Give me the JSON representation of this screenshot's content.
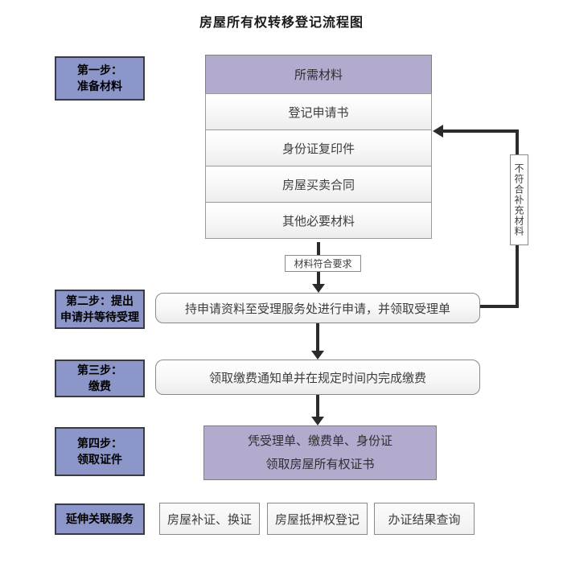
{
  "title": "房屋所有权转移登记流程图",
  "colors": {
    "step_box_fill": "#8C96C8",
    "lavender_fill": "#B3ABCE",
    "connector": "#2B2B2B",
    "box_border": "#8A8A8A"
  },
  "steps": [
    {
      "line1": "第一步：",
      "line2": "准备材料"
    },
    {
      "line1": "第二步：提出",
      "line2": "申请并等待受理"
    },
    {
      "line1": "第三步：",
      "line2": "缴费"
    },
    {
      "line1": "第四步：",
      "line2": "领取证件"
    }
  ],
  "materials": {
    "header": "所需材料",
    "items": [
      "登记申请书",
      "身份证复印件",
      "房屋买卖合同",
      "其他必要材料"
    ]
  },
  "flow": {
    "pass_label": "材料符合要求",
    "fail_label": "不符合补充材料",
    "apply_box": "持申请资料至受理服务处进行申请，并领取受理单",
    "pay_box": "领取缴费通知单并在规定时间内完成缴费",
    "receive_box": {
      "line1": "凭受理单、缴费单、身份证",
      "line2": "领取房屋所有权证书"
    }
  },
  "services": {
    "label": "延伸关联服务",
    "items": [
      "房屋补证、换证",
      "房屋抵押权登记",
      "办证结果查询"
    ]
  }
}
